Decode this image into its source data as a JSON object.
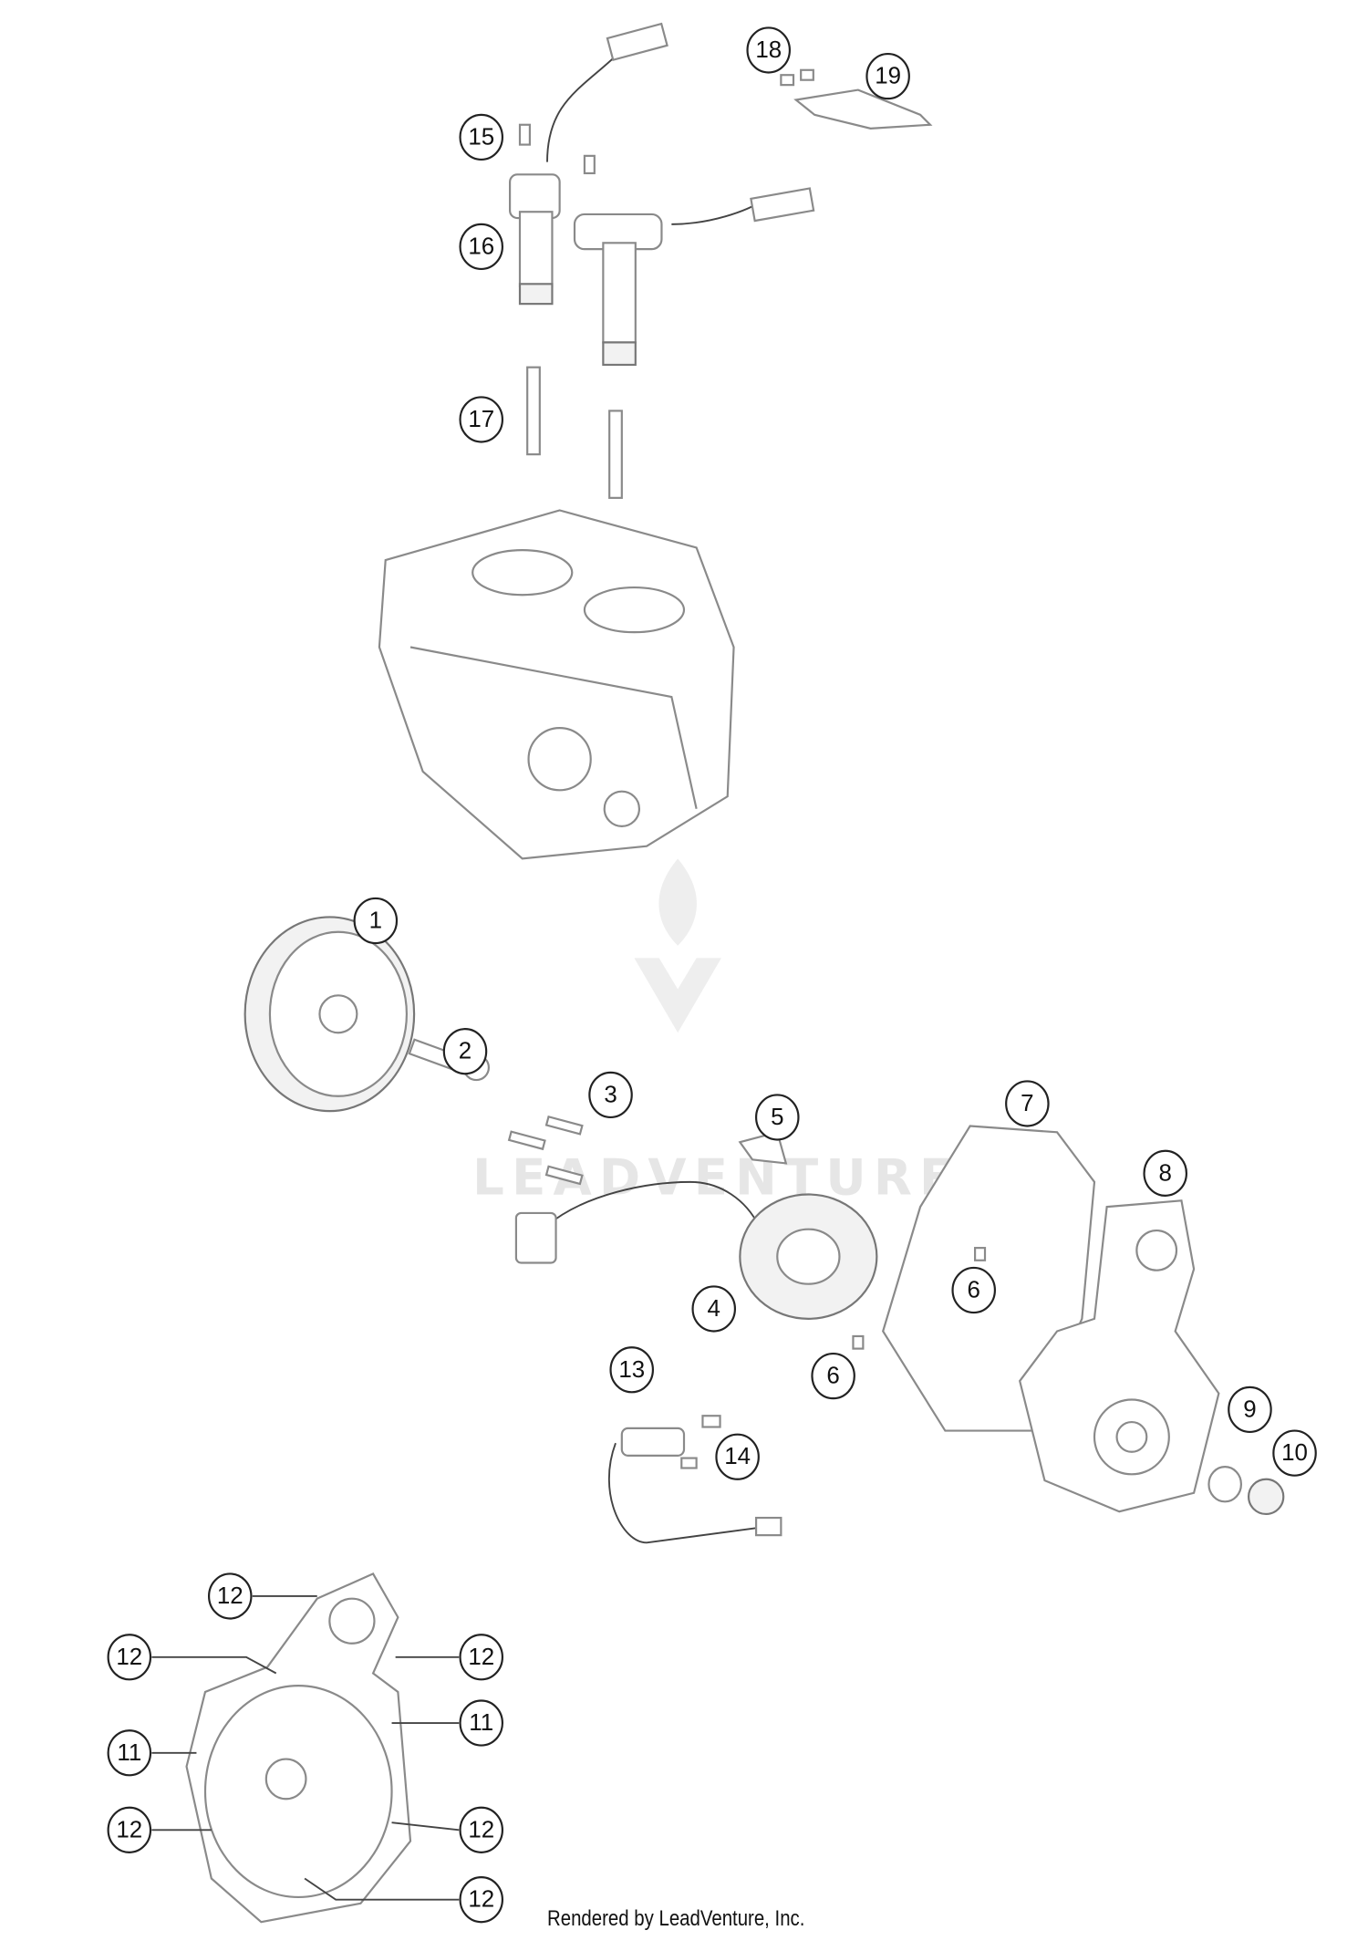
{
  "watermark": "LEADVENTURE",
  "callouts": [
    "15",
    "16",
    "17",
    "18",
    "19",
    "1",
    "2",
    "3",
    "5",
    "7",
    "8",
    "6",
    "4",
    "6",
    "13",
    "14",
    "9",
    "10",
    "12",
    "12",
    "12",
    "11",
    "11",
    "12",
    "12",
    "12"
  ],
  "footer": "Rendered by LeadVenture, Inc.",
  "colors": {
    "line": "#8a8a8a",
    "callout": "#222222",
    "watermark": "#e6e6e6"
  }
}
